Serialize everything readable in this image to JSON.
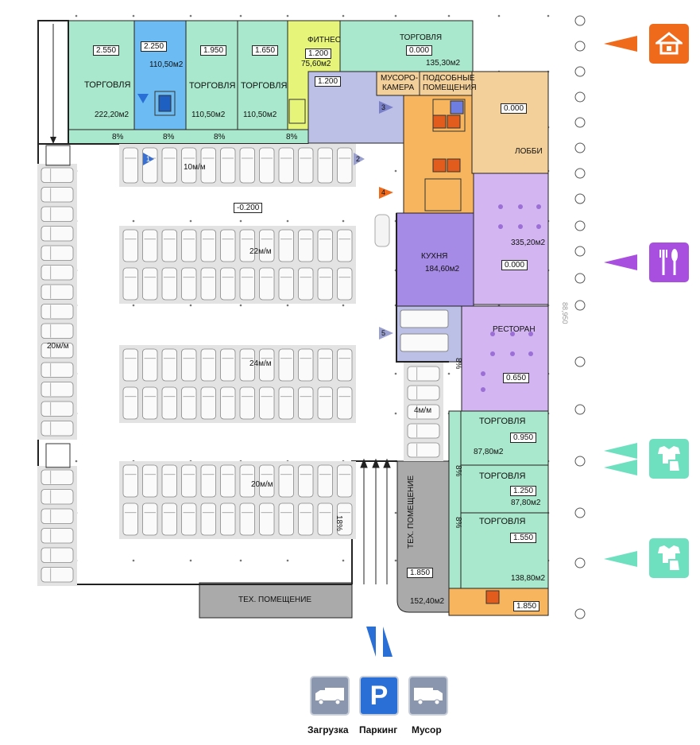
{
  "labels": {
    "trade_1": "ТОРГОВЛЯ",
    "trade_3": "ТОРГОВЛЯ",
    "trade_4": "ТОРГОВЛЯ",
    "trade_top": "ТОРГОВЛЯ",
    "fitness": "ФИТНЕС",
    "garbage_1": "МУСОРО-",
    "garbage_2": "КАМЕРА",
    "aux_1": "ПОДСОБНЫЕ",
    "aux_2": "ПОМЕЩЕНИЯ",
    "lobby": "ЛОББИ",
    "kitchen": "КУХНЯ",
    "restaurant": "РЕСТОРАН",
    "trade_r1": "ТОРГОВЛЯ",
    "trade_r2": "ТОРГОВЛЯ",
    "trade_r3": "ТОРГОВЛЯ",
    "tech_vert": "ТЕХ. ПОМЕЩЕНИЕ",
    "tech_bottom": "ТЕХ. ПОМЕЩЕНИЕ"
  },
  "levels": {
    "l1": "2.550",
    "l2": "2.250",
    "l3": "1.950",
    "l4": "1.650",
    "fitness": "1.200",
    "stair": "1.200",
    "trade_top": "0.000",
    "lobby": "0.000",
    "restaurant_top": "0.000",
    "parking": "-0.200",
    "restaurant": "0.650",
    "r1": "0.950",
    "r2": "1.250",
    "r3": "1.550",
    "tech": "1.850",
    "corner": "1.850"
  },
  "areas": {
    "a1": "222,20м2",
    "a2": "110,50м2",
    "a3": "110,50м2",
    "a4": "110,50м2",
    "fitness": "75,60м2",
    "trade_top": "135,30м2",
    "kitchen": "184,60м2",
    "lobby_rest": "335,20м2",
    "r1": "87,80м2",
    "r2": "87,80м2",
    "r3": "138,80м2",
    "tech": "152,40м2"
  },
  "slopes": {
    "s1": "8%",
    "s2": "8%",
    "s3": "8%",
    "s4": "8%",
    "v1": "8%",
    "v2": "8%",
    "v3": "8%",
    "ramp": "18%"
  },
  "parking_widths": {
    "w1": "10м/м",
    "w2": "22м/м",
    "w3": "24м/м",
    "w4": "20м/м",
    "w5": "20м/м",
    "w6": "4м/м"
  },
  "markers": [
    "1",
    "2",
    "3",
    "4",
    "5"
  ],
  "axis_label": "88,950",
  "legend": {
    "loading": "Загрузка",
    "parking": "Паркинг",
    "garbage": "Мусор",
    "parking_letter": "P"
  },
  "colors": {
    "green": "#a9e8cc",
    "blue": "#6cbcf3",
    "lime": "#e6f57a",
    "lavender": "#bcc0e6",
    "orange": "#f7b65e",
    "tan": "#f3d09a",
    "purple": "#a58ae6",
    "lightpurple": "#d3b5f2",
    "gray": "#aaaaaa",
    "home_icon": "#f06a1c",
    "food_icon": "#a94fe0",
    "shop_icon": "#6fe0bf",
    "legend_blue": "#2a6fd6",
    "legend_gray": "#8a96ad"
  },
  "side_icons": [
    "home-icon",
    "restaurant-icon",
    "clothing-shop-icon",
    "clothing-shop-icon"
  ]
}
